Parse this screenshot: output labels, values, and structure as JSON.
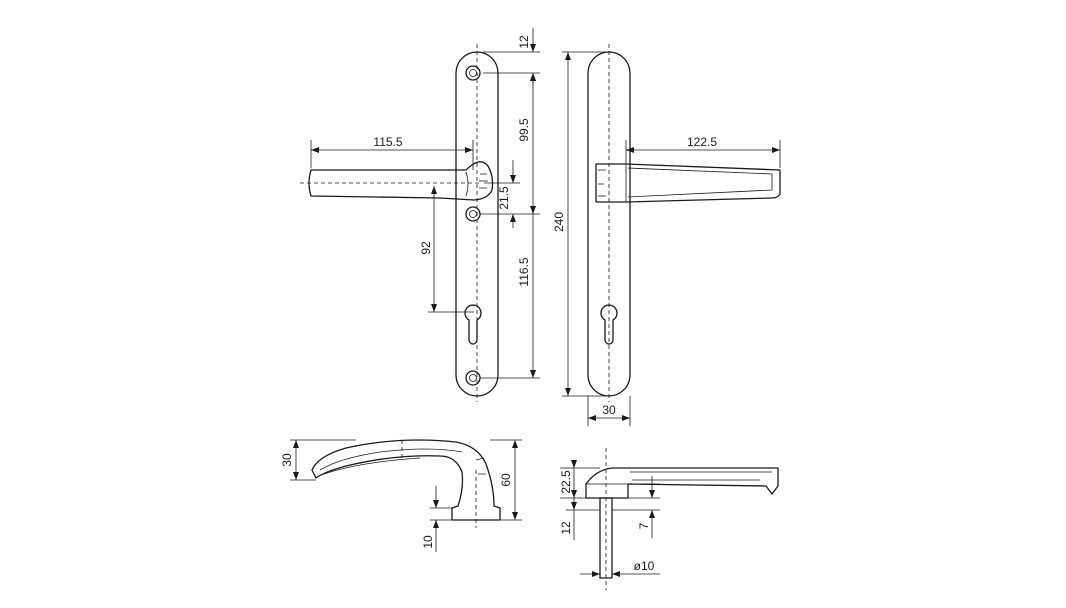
{
  "dimensions": {
    "top_offset": "12",
    "upper_pitch": "99.5",
    "handle_length_front": "115.5",
    "handle_length_side": "122.5",
    "spindle_offset": "21.5",
    "cylinder_offset": "92",
    "lower_pitch": "116.5",
    "overall_length": "240",
    "plate_width": "30",
    "handle_height": "30",
    "projection": "60",
    "rose_depth": "10",
    "height_side": "22.5",
    "spindle_length": "12",
    "inset": "7",
    "spindle_diameter": "ø10"
  }
}
